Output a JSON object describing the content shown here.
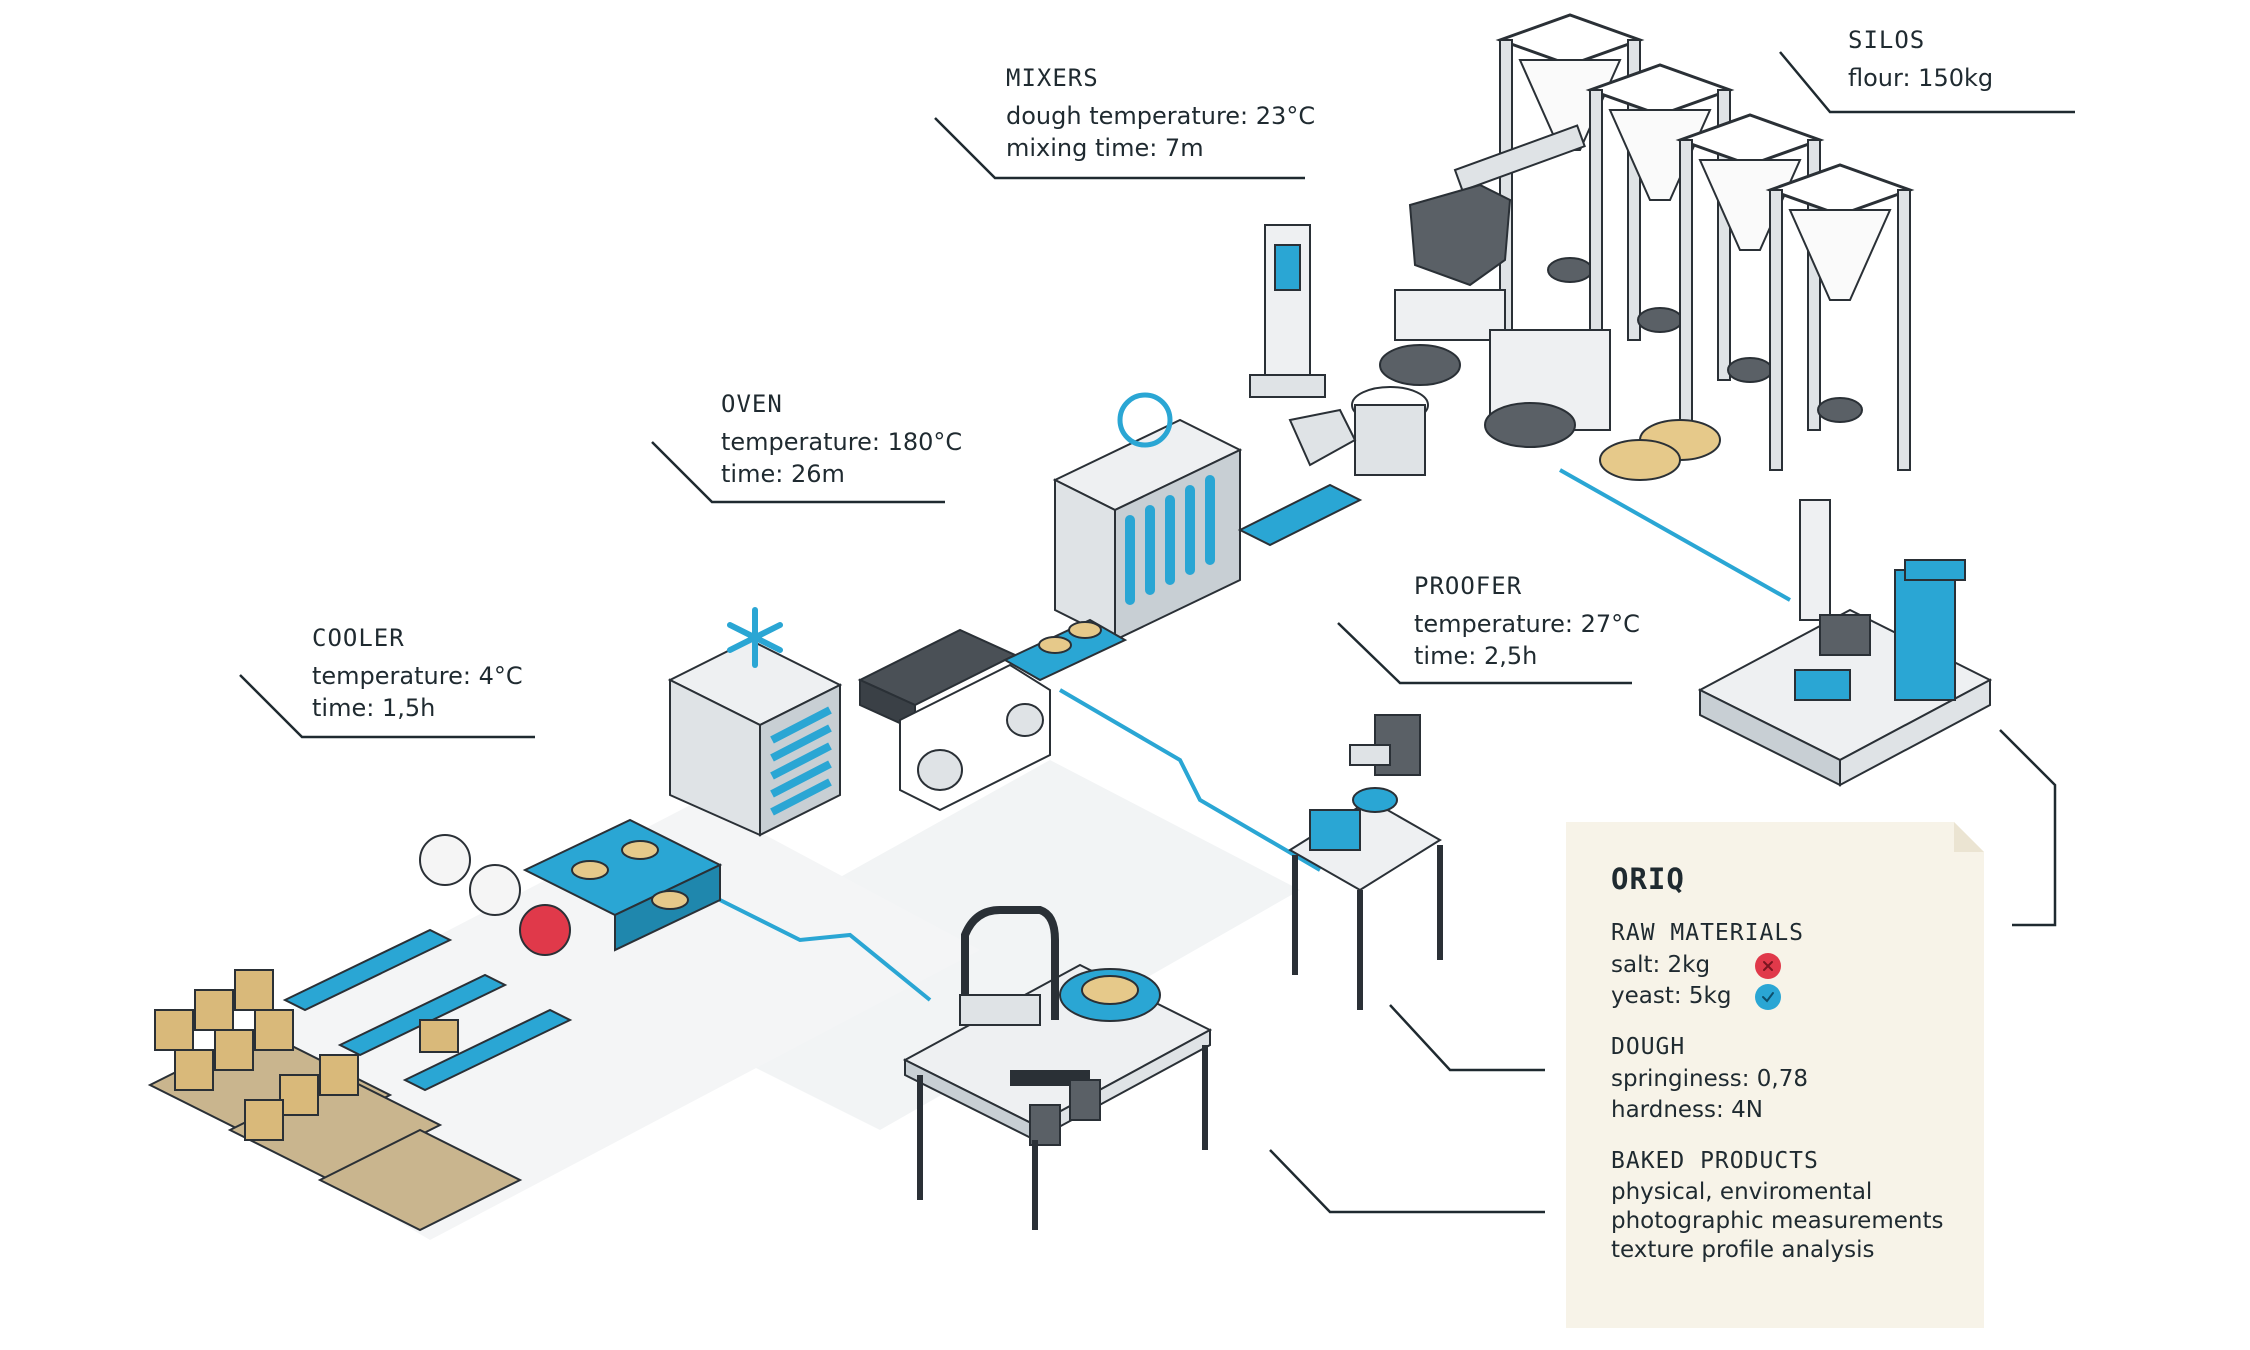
{
  "stations": {
    "silos": {
      "title": "SILOS",
      "lines": [
        "flour: 150kg"
      ]
    },
    "mixers": {
      "title": "MIXERS",
      "lines": [
        "dough temperature: 23°C",
        "mixing time: 7m"
      ]
    },
    "oven": {
      "title": "OVEN",
      "lines": [
        "temperature: 180°C",
        "time: 26m"
      ]
    },
    "proofer": {
      "title": "PROOFER",
      "lines": [
        "temperature: 27°C",
        "time: 2,5h"
      ]
    },
    "cooler": {
      "title": "COOLER",
      "lines": [
        "temperature: 4°C",
        "time: 1,5h"
      ]
    }
  },
  "card": {
    "brand": "ORIQ",
    "raw_materials": {
      "heading": "RAW MATERIALS",
      "items": [
        {
          "label": "salt: 2kg",
          "status": "error"
        },
        {
          "label": "yeast: 5kg",
          "status": "ok"
        }
      ]
    },
    "dough": {
      "heading": "DOUGH",
      "lines": [
        "springiness: 0,78",
        "hardness: 4N"
      ]
    },
    "baked": {
      "heading": "BAKED PRODUCTS",
      "lines": [
        "physical, enviromental",
        "photographic measurements",
        "texture profile analysis"
      ]
    }
  },
  "colors": {
    "accent_blue": "#2aa6d4",
    "error_red": "#e0394a",
    "ok_blue": "#2aa6d4",
    "card_bg": "#f7f3e8",
    "machine_grey": "#dfe3e6",
    "dark_grey": "#5a6066",
    "wood": "#d9b97a",
    "pallet": "#c9b58e"
  }
}
